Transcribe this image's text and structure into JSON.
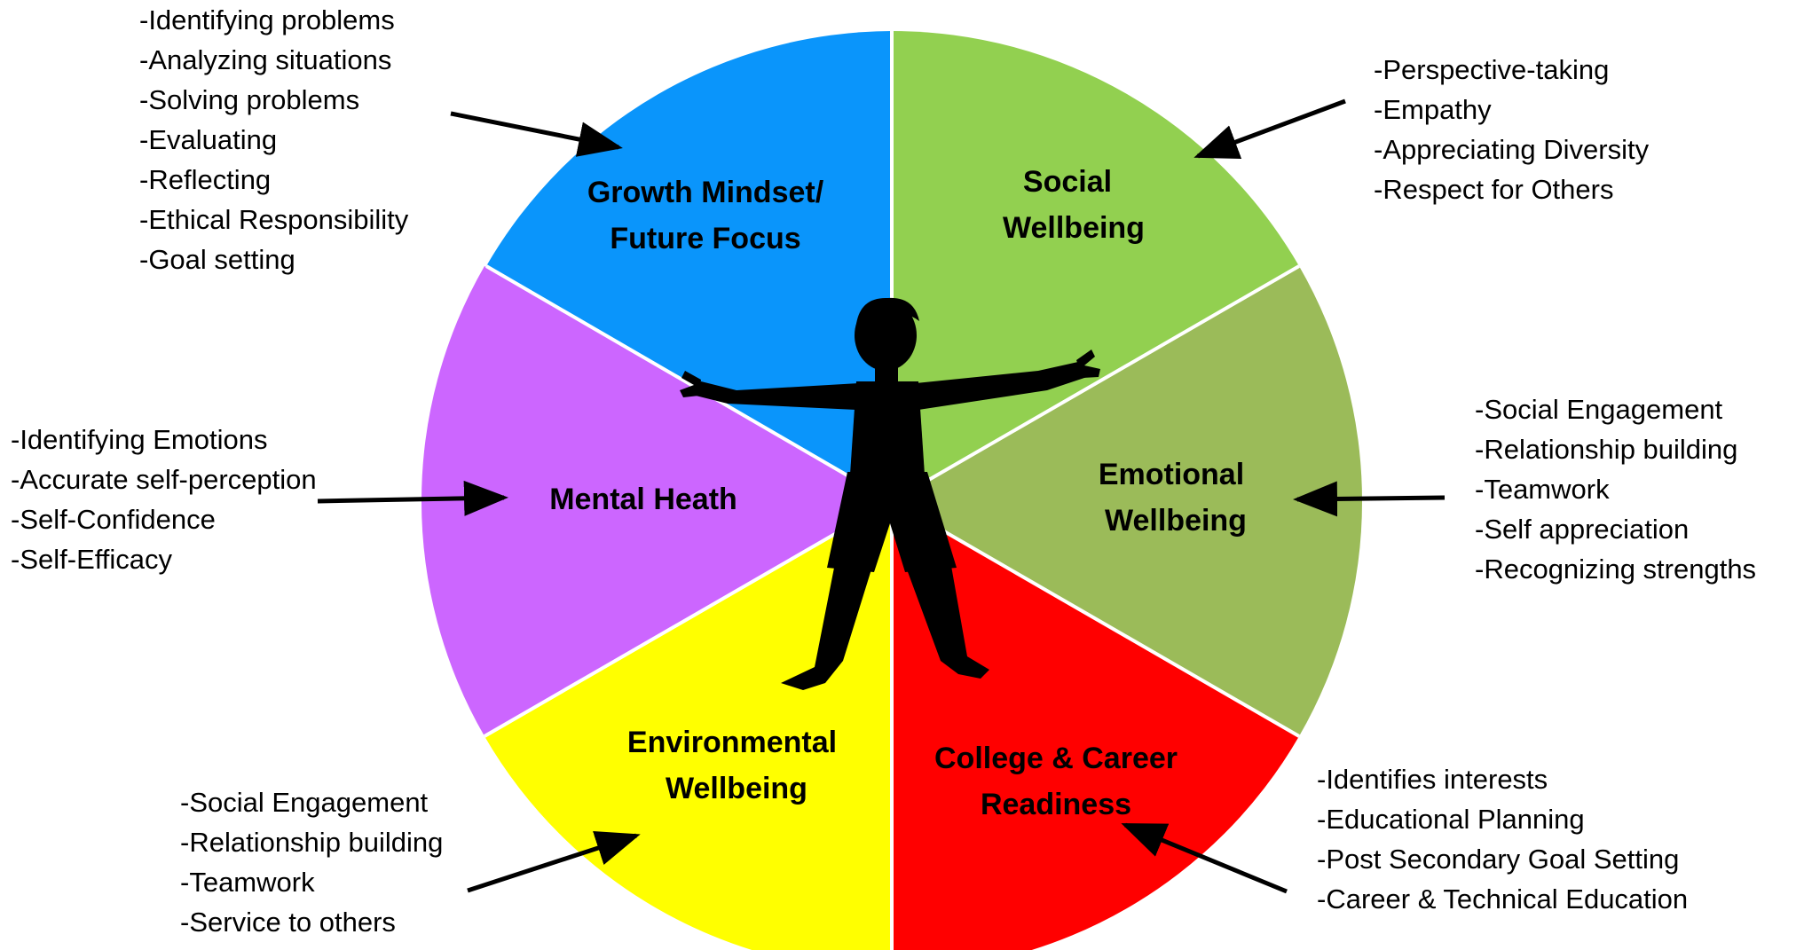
{
  "colors": {
    "growth": "#0a95fb",
    "social": "#92d050",
    "emotional": "#9bbb59",
    "career": "#ff0000",
    "environmental": "#ffff00",
    "mental": "#cc66ff",
    "divider": "#ffffff",
    "arrow": "#000000",
    "silhouette": "#000000"
  },
  "segments": {
    "growth": {
      "line1": "Growth Mindset/",
      "line2": "Future Focus"
    },
    "social": {
      "line1": "Social",
      "line2": "Wellbeing"
    },
    "emotional": {
      "line1": "Emotional",
      "line2": "Wellbeing"
    },
    "career": {
      "line1": "College & Career",
      "line2": "Readiness"
    },
    "environmental": {
      "line1": "Environmental",
      "line2": "Wellbeing"
    },
    "mental": {
      "line1": "Mental Heath"
    }
  },
  "lists": {
    "growth": [
      "-Identifying problems",
      "-Analyzing situations",
      "-Solving problems",
      "-Evaluating",
      "-Reflecting",
      "-Ethical Responsibility",
      "-Goal setting"
    ],
    "social": [
      "-Perspective-taking",
      "-Empathy",
      "-Appreciating Diversity",
      "-Respect for Others"
    ],
    "emotional": [
      "-Social Engagement",
      "-Relationship building",
      "-Teamwork",
      "-Self appreciation",
      "-Recognizing strengths"
    ],
    "career": [
      "-Identifies interests",
      "-Educational Planning",
      "-Post Secondary Goal Setting",
      "-Career & Technical Education"
    ],
    "environmental": [
      "-Social Engagement",
      "-Relationship building",
      "-Teamwork",
      "-Service to others"
    ],
    "mental": [
      "-Identifying Emotions",
      "-Accurate self-perception",
      "-Self-Confidence",
      "-Self-Efficacy"
    ]
  }
}
